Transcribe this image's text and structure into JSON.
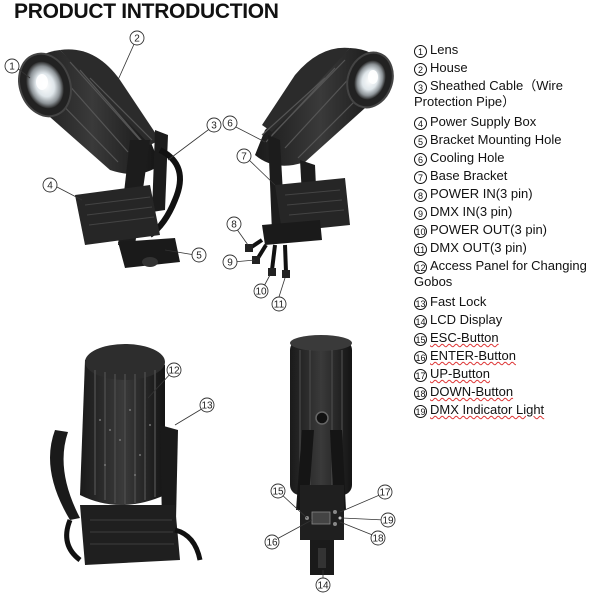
{
  "title": "PRODUCT INTRODUCTION",
  "legend": [
    {
      "num": "1",
      "label": "Lens"
    },
    {
      "num": "2",
      "label": "House"
    },
    {
      "num": "3",
      "label": "Sheathed Cable（Wire Protection Pipe）"
    },
    {
      "num": "4",
      "label": "Power Supply Box"
    },
    {
      "num": "5",
      "label": "Bracket Mounting Hole"
    },
    {
      "num": "6",
      "label": "Cooling Hole"
    },
    {
      "num": "7",
      "label": "Base Bracket"
    },
    {
      "num": "8",
      "label": "POWER IN(3 pin)"
    },
    {
      "num": "9",
      "label": "DMX IN(3 pin)"
    },
    {
      "num": "10",
      "label": "POWER OUT(3 pin)"
    },
    {
      "num": "11",
      "label": "DMX OUT(3 pin)"
    },
    {
      "num": "12",
      "label": "Access Panel for Changing Gobos"
    },
    {
      "num": "13",
      "label": "Fast Lock"
    },
    {
      "num": "14",
      "label": "LCD Display"
    },
    {
      "num": "15",
      "label": "ESC-Button"
    },
    {
      "num": "16",
      "label": "ENTER-Button"
    },
    {
      "num": "17",
      "label": "UP-Button"
    },
    {
      "num": "18",
      "label": "DOWN-Button"
    },
    {
      "num": "19",
      "label": "DMX Indicator Light"
    }
  ],
  "callouts": [
    "1",
    "2",
    "3",
    "4",
    "5",
    "6",
    "7",
    "8",
    "9",
    "10",
    "11",
    "12",
    "13",
    "14",
    "15",
    "16",
    "17",
    "18",
    "19"
  ]
}
